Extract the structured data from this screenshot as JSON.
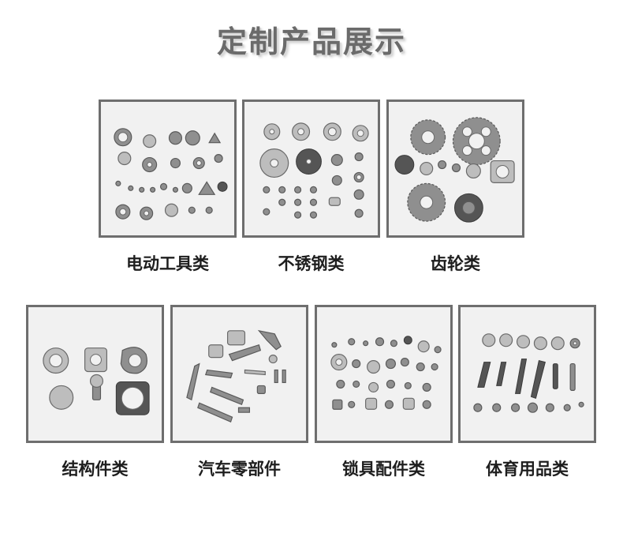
{
  "page": {
    "title": "定制产品展示"
  },
  "categories": [
    {
      "label": "电动工具类",
      "icon": "power-tool-parts-image"
    },
    {
      "label": "不锈钢类",
      "icon": "stainless-steel-parts-image"
    },
    {
      "label": "齿轮类",
      "icon": "gear-parts-image"
    },
    {
      "label": "结构件类",
      "icon": "structural-parts-image"
    },
    {
      "label": "汽车零部件",
      "icon": "auto-parts-image"
    },
    {
      "label": "锁具配件类",
      "icon": "lock-parts-image"
    },
    {
      "label": "体育用品类",
      "icon": "sports-goods-parts-image"
    }
  ],
  "colors": {
    "border": "#6e6e6e",
    "card_bg": "#f1f1f1",
    "metal": "#8f8f8f",
    "title": "#6b6b6b"
  }
}
